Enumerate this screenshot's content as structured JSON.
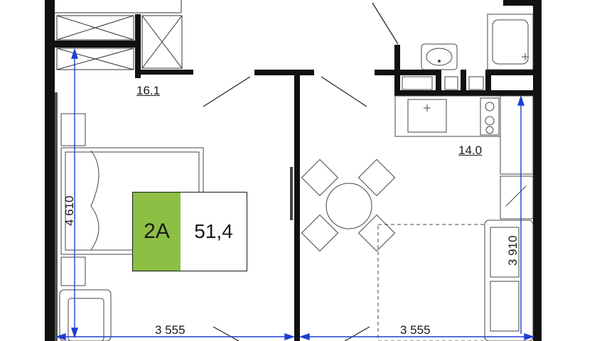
{
  "badge": {
    "apartment_type": "2A",
    "total_area": "51,4",
    "type_color": "#8dbf45"
  },
  "rooms": {
    "area_top_left": "16.1",
    "area_kitchen": "14.0"
  },
  "dimensions": {
    "bedroom_width": "3 555",
    "living_width": "3 555",
    "bedroom_depth": "4 610",
    "living_depth": "3 910"
  },
  "colors": {
    "dimension_line": "#1f3fd1",
    "wall": "#111111"
  }
}
